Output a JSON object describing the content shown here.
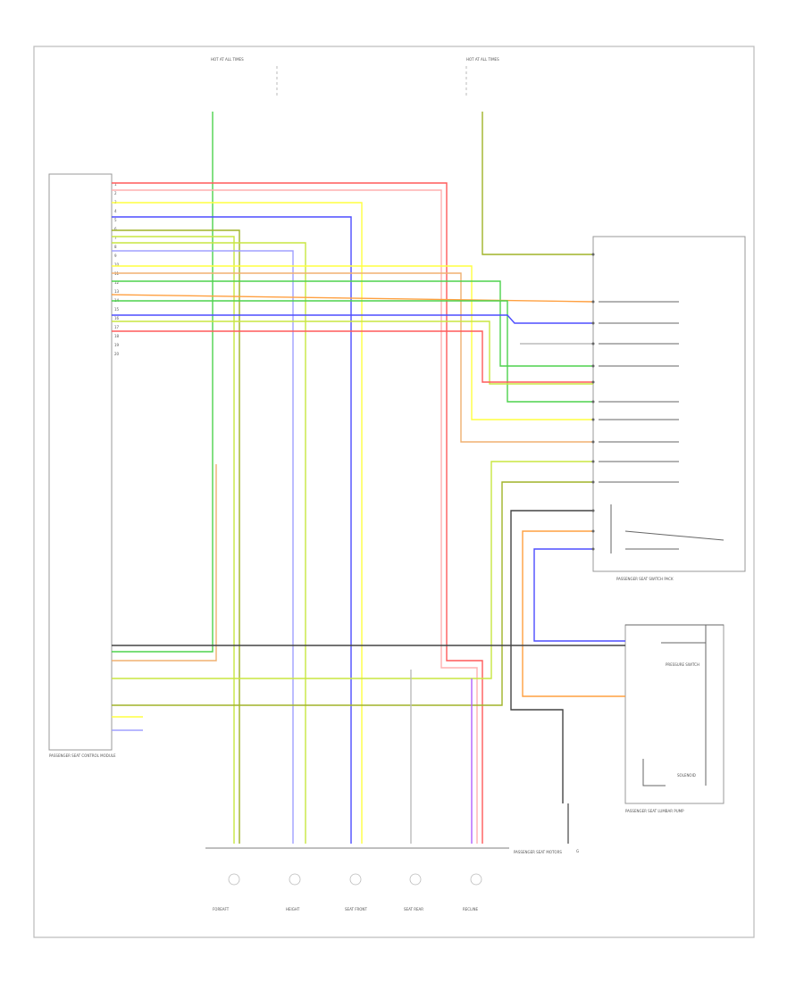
{
  "colors": {
    "red": "#ff5a5a",
    "pink": "#ffb0b0",
    "tan": "#f0b070",
    "orange": "#ffa040",
    "blue": "#4d4dff",
    "green": "#4dd24d",
    "lime": "#c8e640",
    "yellow": "#ffff40",
    "violet": "#b060ff",
    "ltblue": "#a0a0ff",
    "olive": "#a0b428",
    "black": "#444444",
    "gray": "#bbbbbb"
  },
  "hot_labels": {
    "left": "HOT AT ALL TIMES",
    "right": "HOT AT ALL TIMES"
  },
  "labels": {
    "ps_switch": "PASSENGER SEAT SWITCH PACK",
    "ps_lumbar": "PASSENGER SEAT LUMBAR PUMP",
    "ps_motors": "PASSENGER SEAT MOTORS",
    "ps_module": "PASSENGER SEAT CONTROL MODULE",
    "pressure_switch": "PRESSURE SWITCH",
    "solenoid": "SOLENOID",
    "ground": "G"
  },
  "module_pins": [
    "1",
    "2",
    "3",
    "4",
    "5",
    "6",
    "7",
    "8",
    "9",
    "10",
    "11",
    "12",
    "13",
    "14",
    "15",
    "16",
    "17",
    "18",
    "19",
    "20"
  ],
  "motor_labels": [
    "FOREAFT",
    "HEIGHT",
    "SEAT FRONT",
    "SEAT REAR",
    "RECLINE"
  ]
}
